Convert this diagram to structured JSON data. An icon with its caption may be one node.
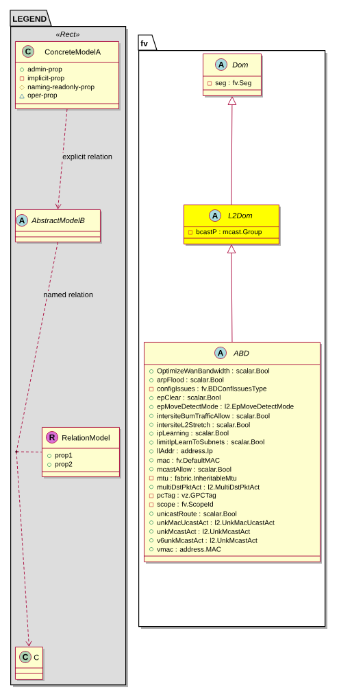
{
  "diagram": {
    "nodes": [
      {
        "text": [
          "LEGEND",
          "«Rect»"
        ]
      },
      {
        "text": [
          "C",
          "ConcreteModelA",
          "admin-prop",
          "implicit-prop",
          "naming-readonly-prop",
          "oper-prop"
        ],
        "in": 0
      },
      {
        "text": [
          "A",
          "AbstractModelB"
        ],
        "in": 0
      },
      {
        "text": [],
        "shape": "circle",
        "in": 0
      },
      {
        "text": [
          "R",
          "RelationModel",
          "prop1",
          "prop2"
        ],
        "in": 0
      },
      {
        "text": [
          "C",
          "C"
        ],
        "in": 0
      },
      {
        "text": [
          "fv"
        ]
      },
      {
        "text": [
          "A",
          "Dom",
          "seg : fv.Seg"
        ],
        "in": 6
      },
      {
        "text": [
          "A",
          "L2Dom",
          "bcastP : mcast.Group"
        ],
        "in": 6
      },
      {
        "text": [
          "A",
          "ABD",
          "OptimizeWanBandwidth : scalar.Bool",
          "arpFlood : scalar.Bool",
          "configIssues : fv.BDConfIssuesType",
          "epClear : scalar.Bool",
          "epMoveDetectMode : l2.EpMoveDetectMode",
          "intersiteBumTrafficAllow : scalar.Bool",
          "intersiteL2Stretch : scalar.Bool",
          "ipLearning : scalar.Bool",
          "limitIpLearnToSubnets : scalar.Bool",
          "llAddr : address.Ip",
          "mac : fv.DefaultMAC",
          "mcastAllow : scalar.Bool",
          "mtu : fabric.InheritableMtu",
          "multiDstPktAct : l2.MultiDstPktAct",
          "pcTag : vz.GPCTag",
          "scope : fv.ScopeId",
          "unicastRoute : scalar.Bool",
          "unkMacUcastAct : l2.UnkMacUcastAct",
          "unkMcastAct : l2.UnkMcastAct",
          "v6unkMcastAct : l2.UnkMcastAct",
          "vmac : address.MAC"
        ],
        "in": 6
      }
    ],
    "edges": [
      {
        "from": 1,
        "to": 2,
        "arrow": "to",
        "style": "dashed",
        "label": "explicit relation"
      },
      {
        "from": 2,
        "to": 3,
        "arrow": "none",
        "style": "dashed",
        "label": "named relation"
      },
      {
        "from": 3,
        "to": 4,
        "arrow": "none",
        "style": "dashed"
      },
      {
        "from": 3,
        "to": 5,
        "arrow": "to",
        "style": "dashed"
      },
      {
        "from": 8,
        "to": 7,
        "arrow": "to"
      },
      {
        "from": 9,
        "to": 8,
        "arrow": "to"
      }
    ]
  }
}
